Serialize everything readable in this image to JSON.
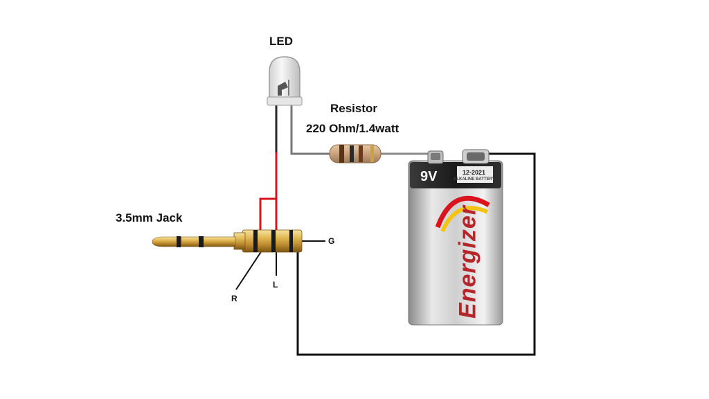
{
  "labels": {
    "led": "LED",
    "resistor_title": "Resistor",
    "resistor_spec": "220 Ohm/1.4watt",
    "jack": "3.5mm Jack",
    "ground": "G",
    "right": "R",
    "left": "L"
  },
  "battery": {
    "voltage": "9V",
    "date_code": "12-2021",
    "type": "ALKALINE BATTERY",
    "brand": "Energizer"
  },
  "colors": {
    "wire_black": "#111111",
    "wire_red": "#d9141c",
    "brand_red": "#b5262a",
    "gold": "#d8a93c"
  }
}
